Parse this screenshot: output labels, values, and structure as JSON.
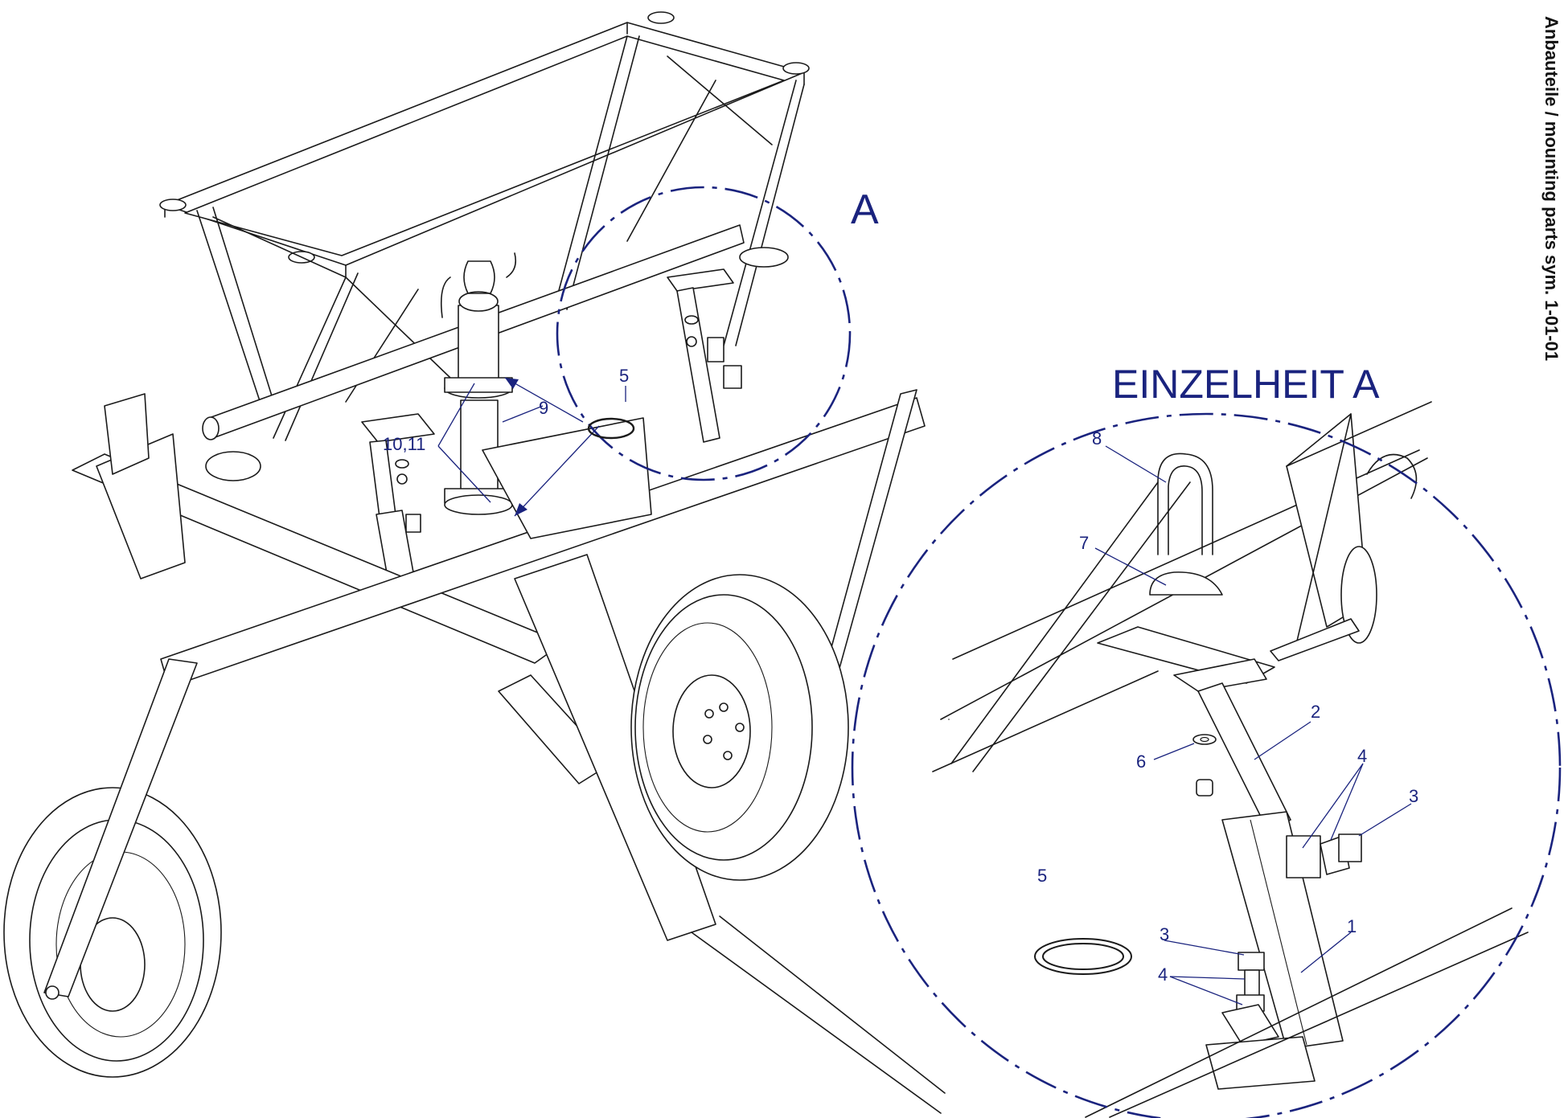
{
  "side_title": "Anbauteile / mounting parts sym. 1-01-01",
  "detail_letter": "A",
  "detail_title": "EINZELHEIT A",
  "colors": {
    "callout": "#1a237e",
    "line": "#1a1a1a"
  },
  "callouts": {
    "overview": {
      "c5": "5",
      "c9": "9",
      "c1011": "10,11"
    },
    "detail": {
      "c8": "8",
      "c7": "7",
      "c2": "2",
      "c6": "6",
      "c4a": "4",
      "c3a": "3",
      "c5": "5",
      "c3b": "3",
      "c1": "1",
      "c4b": "4"
    }
  }
}
